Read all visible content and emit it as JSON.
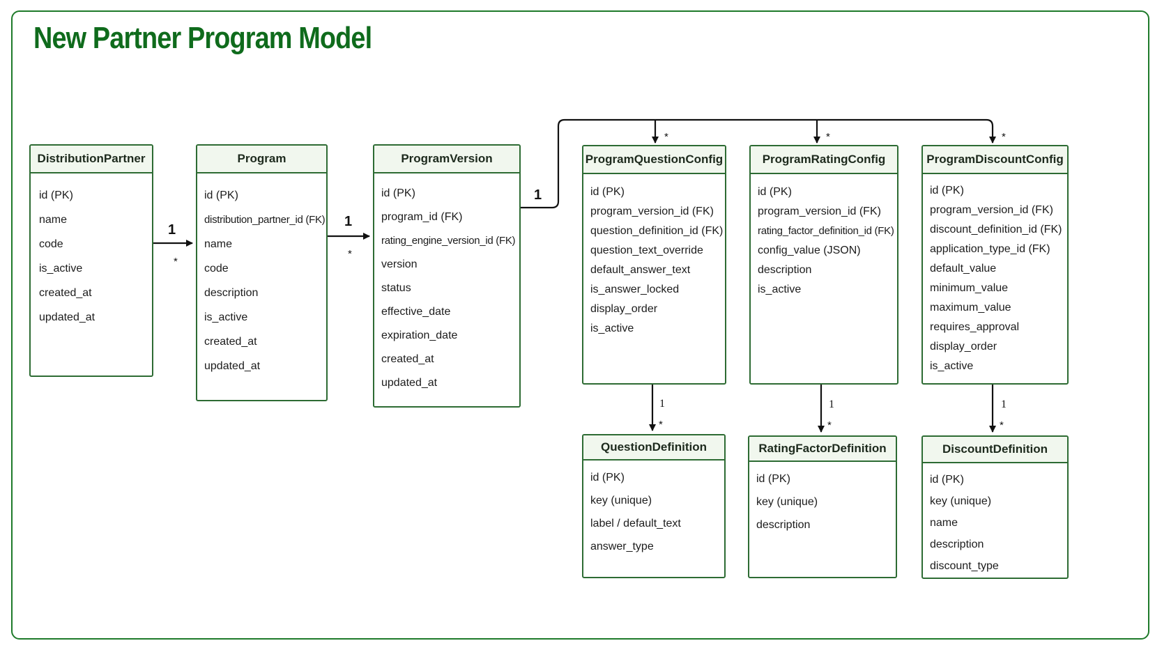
{
  "title": "New Partner Program Model",
  "colors": {
    "frame": "#1e7a2a",
    "title": "#0f6b1c",
    "entity_border": "#2d6b33",
    "header_fill": "#f1f7ee"
  },
  "entities": {
    "distribution_partner": {
      "name": "DistributionPartner",
      "fields": [
        "id (PK)",
        "name",
        "code",
        "is_active",
        "created_at",
        "updated_at"
      ]
    },
    "program": {
      "name": "Program",
      "fields": [
        "id (PK)",
        "distribution_partner_id (FK)",
        "name",
        "code",
        "description",
        "is_active",
        "created_at",
        "updated_at"
      ]
    },
    "program_version": {
      "name": "ProgramVersion",
      "fields": [
        "id (PK)",
        "program_id (FK)",
        "rating_engine_version_id (FK)",
        "version",
        "status",
        "effective_date",
        "expiration_date",
        "created_at",
        "updated_at"
      ]
    },
    "program_question_config": {
      "name": "ProgramQuestionConfig",
      "fields": [
        "id (PK)",
        "program_version_id (FK)",
        "question_definition_id (FK)",
        "question_text_override",
        "default_answer_text",
        "is_answer_locked",
        "display_order",
        "is_active"
      ]
    },
    "program_rating_config": {
      "name": "ProgramRatingConfig",
      "fields": [
        "id (PK)",
        "program_version_id (FK)",
        "rating_factor_definition_id (FK)",
        "config_value (JSON)",
        "description",
        "is_active"
      ]
    },
    "program_discount_config": {
      "name": "ProgramDiscountConfig",
      "fields": [
        "id (PK)",
        "program_version_id (FK)",
        "discount_definition_id (FK)",
        "application_type_id (FK)",
        "default_value",
        "minimum_value",
        "maximum_value",
        "requires_approval",
        "display_order",
        "is_active"
      ]
    },
    "question_definition": {
      "name": "QuestionDefinition",
      "fields": [
        "id (PK)",
        "key (unique)",
        "label / default_text",
        "answer_type"
      ]
    },
    "rating_factor_definition": {
      "name": "RatingFactorDefinition",
      "fields": [
        "id (PK)",
        "key (unique)",
        "description"
      ]
    },
    "discount_definition": {
      "name": "DiscountDefinition",
      "fields": [
        "id (PK)",
        "key (unique)",
        "name",
        "description",
        "discount_type"
      ]
    }
  },
  "relationships": {
    "dp_to_program": {
      "one": "1",
      "many": "*"
    },
    "program_to_version": {
      "one": "1",
      "many": "*"
    },
    "version_to_configs": {
      "one": "1",
      "many_question": "*",
      "many_rating": "*",
      "many_discount": "*"
    },
    "question_config_to_definition": {
      "one": "1",
      "many": "*"
    },
    "rating_config_to_definition": {
      "one": "1",
      "many": "*"
    },
    "discount_config_to_definition": {
      "one": "1",
      "many": "*"
    }
  }
}
